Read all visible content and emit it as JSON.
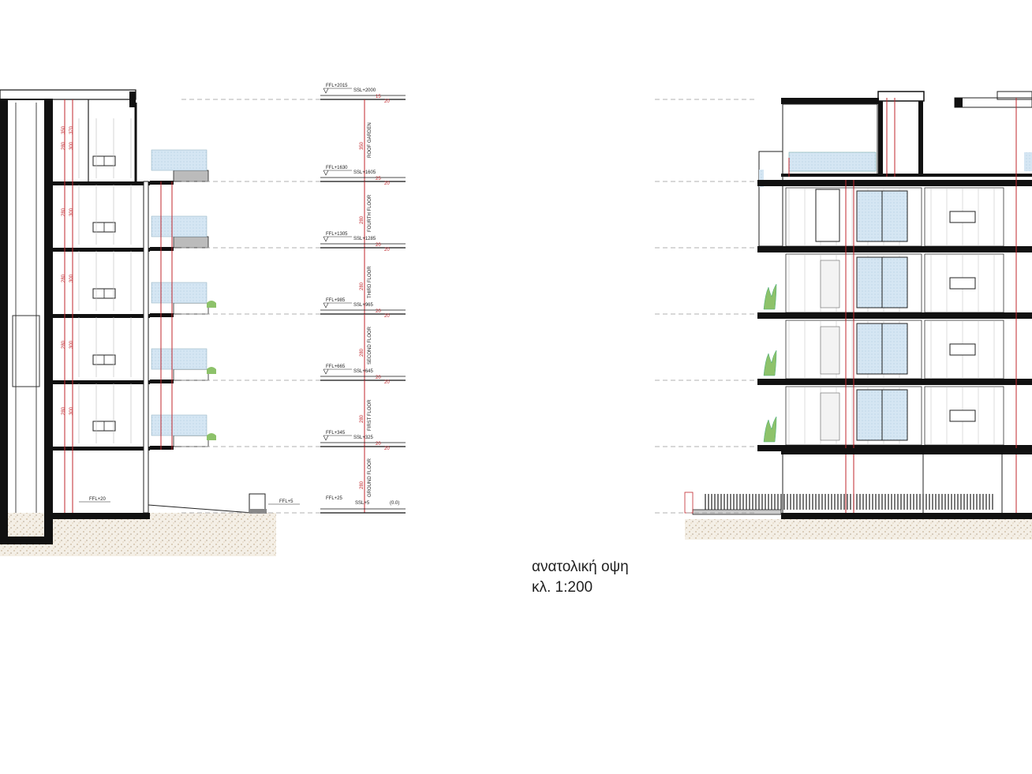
{
  "caption": {
    "title": "ανατολική οψη",
    "scale": "κλ. 1:200"
  },
  "levels": [
    {
      "floor": "ROOF GARDEN",
      "ffl": "FFL+2015",
      "ssl": "SSL+2000",
      "height": "350",
      "slab": "20",
      "slab_top": "15"
    },
    {
      "floor": "FOURTH FLOOR",
      "ffl": "FFL+1630",
      "ssl": "SSL+1605",
      "height": "280",
      "slab": "20",
      "slab_top": "25"
    },
    {
      "floor": "THIRD FLOOR",
      "ffl": "FFL+1305",
      "ssl": "SSL+1285",
      "height": "280",
      "slab": "20",
      "slab_top": "20"
    },
    {
      "floor": "SECOND FLOOR",
      "ffl": "FFL+985",
      "ssl": "SSL+965",
      "height": "280",
      "slab": "20",
      "slab_top": "20"
    },
    {
      "floor": "FIRST FLOOR",
      "ffl": "FFL+665",
      "ssl": "SSL+645",
      "height": "280",
      "slab": "20",
      "slab_top": "20"
    },
    {
      "floor": "GROUND FLOOR",
      "ffl": "FFL+345",
      "ssl": "SSL+325",
      "height": "280",
      "slab": "20",
      "slab_top": "20"
    }
  ],
  "ground": {
    "ffl": "FFL+25",
    "ssl": "SSL+5",
    "datum": "(0.0)"
  },
  "section_labels": {
    "basement_ffl": "FFL+20",
    "street_ffl": "FFL+5"
  },
  "dims": {
    "floor_clear": "280",
    "floor_total": "300",
    "roof_total": "370",
    "roof_clear": "350"
  },
  "colors": {
    "structure": "#111111",
    "dimension": "#c0272d",
    "glass": "#cfe3f2",
    "planter": "#8dc26a",
    "soil": "#e9dfcf"
  }
}
